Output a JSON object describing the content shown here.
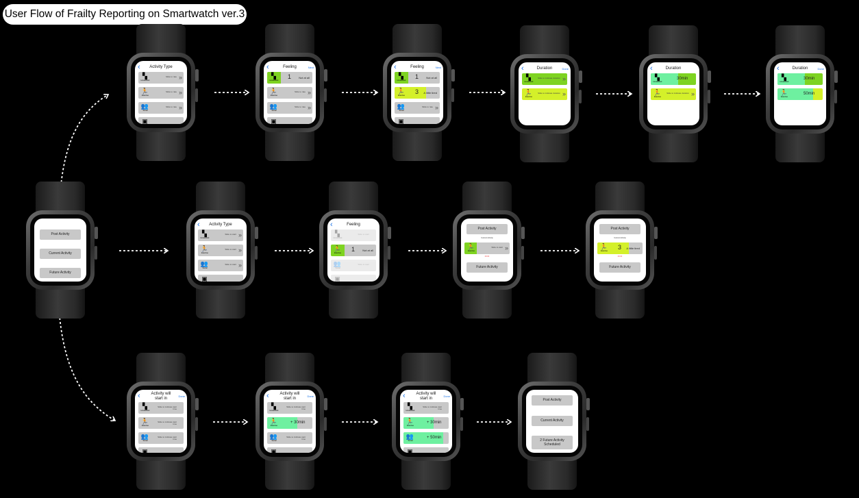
{
  "title": "User Flow of Frailty Reporting on Smartwatch ver.3",
  "colors": {
    "green": "#7ed321",
    "lime": "#d4f02a",
    "mint": "#6ef0a0",
    "link": "#1a73e8"
  },
  "icons": [
    "back-chevron-icon",
    "housework-icon",
    "exercise-icon",
    "social-icon",
    "slide-chevron-icon"
  ],
  "labels": {
    "activity_type": "Activity Type",
    "feeling": "Feeling",
    "duration": "Duration",
    "will_start": "Activity will start in",
    "next": "Next",
    "done": "Done",
    "slide_rate": "Slide to rate",
    "slide_start": "Slide to start",
    "slide_duration": "Slide to indicate duration",
    "slide_start_time": "Slide to indicate start time",
    "not_at_all": "Not at all",
    "a_little_tired": "A little tired",
    "housework": "Housework",
    "exercise": "Exercise",
    "social": "Social",
    "min_30": "30min",
    "min_50": "50min",
    "plus_30": "+ 30min",
    "plus_50": "+ 50min",
    "n1": "1",
    "n3": "3",
    "past": "Post Activity",
    "current": "Current Activity",
    "future": "Future Activity",
    "current_activity_small": "Current Activity",
    "future_scheduled": "2 Future Activity Scheduled",
    "red_caption": "00:00"
  }
}
